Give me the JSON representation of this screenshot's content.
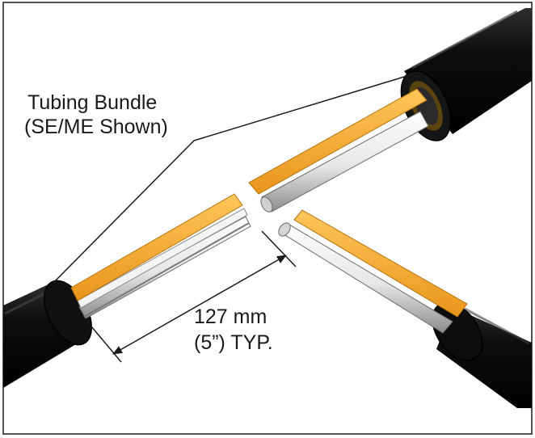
{
  "diagram": {
    "callout": {
      "line1": "Tubing Bundle",
      "line2": "(SE/ME Shown)"
    },
    "dimension": {
      "line1": "127 mm",
      "line2": "(5”) TYP."
    },
    "colors": {
      "jacket": "#0b0b0b",
      "jacket_highlight": "#3a3a3a",
      "orange_tube": "#f5a623",
      "orange_tube_light": "#fdd89a",
      "white_tube": "#f2f2f2",
      "white_tube_shade": "#9a9a9a",
      "outline": "#1a1a1a",
      "background": "#ffffff"
    }
  }
}
